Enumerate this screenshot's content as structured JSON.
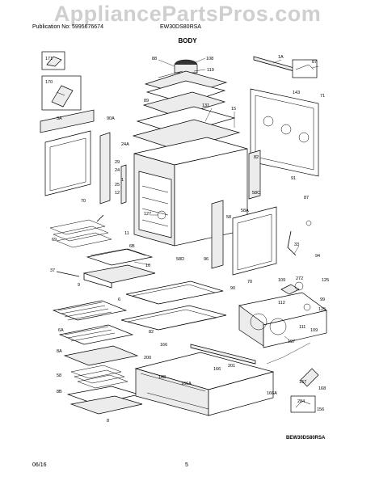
{
  "watermark": "AppliancePartsPros.com",
  "header": {
    "publication": "Publication No: 5995676674",
    "model": "EW30DS80RSA"
  },
  "title": "BODY",
  "footer": {
    "date": "06/16",
    "page": "5"
  },
  "drawing_code": "BEW30DS80RSA",
  "callouts": [
    "171",
    "170",
    "88",
    "108",
    "119",
    "89",
    "1A",
    "87",
    "143",
    "71",
    "3A",
    "90A",
    "131",
    "15",
    "24A",
    "29",
    "24",
    "1",
    "25",
    "12",
    "127",
    "11",
    "70",
    "6B",
    "10",
    "9",
    "37",
    "69",
    "58C",
    "82",
    "91",
    "87",
    "58A",
    "58D",
    "58",
    "96",
    "90",
    "70",
    "33",
    "94",
    "109",
    "272",
    "125",
    "112",
    "99",
    "125",
    "111",
    "109",
    "197",
    "6",
    "6A",
    "82",
    "8A",
    "58",
    "8B",
    "166",
    "200",
    "166A",
    "201",
    "188",
    "166",
    "167",
    "168",
    "284",
    "156",
    "166A",
    "8"
  ]
}
